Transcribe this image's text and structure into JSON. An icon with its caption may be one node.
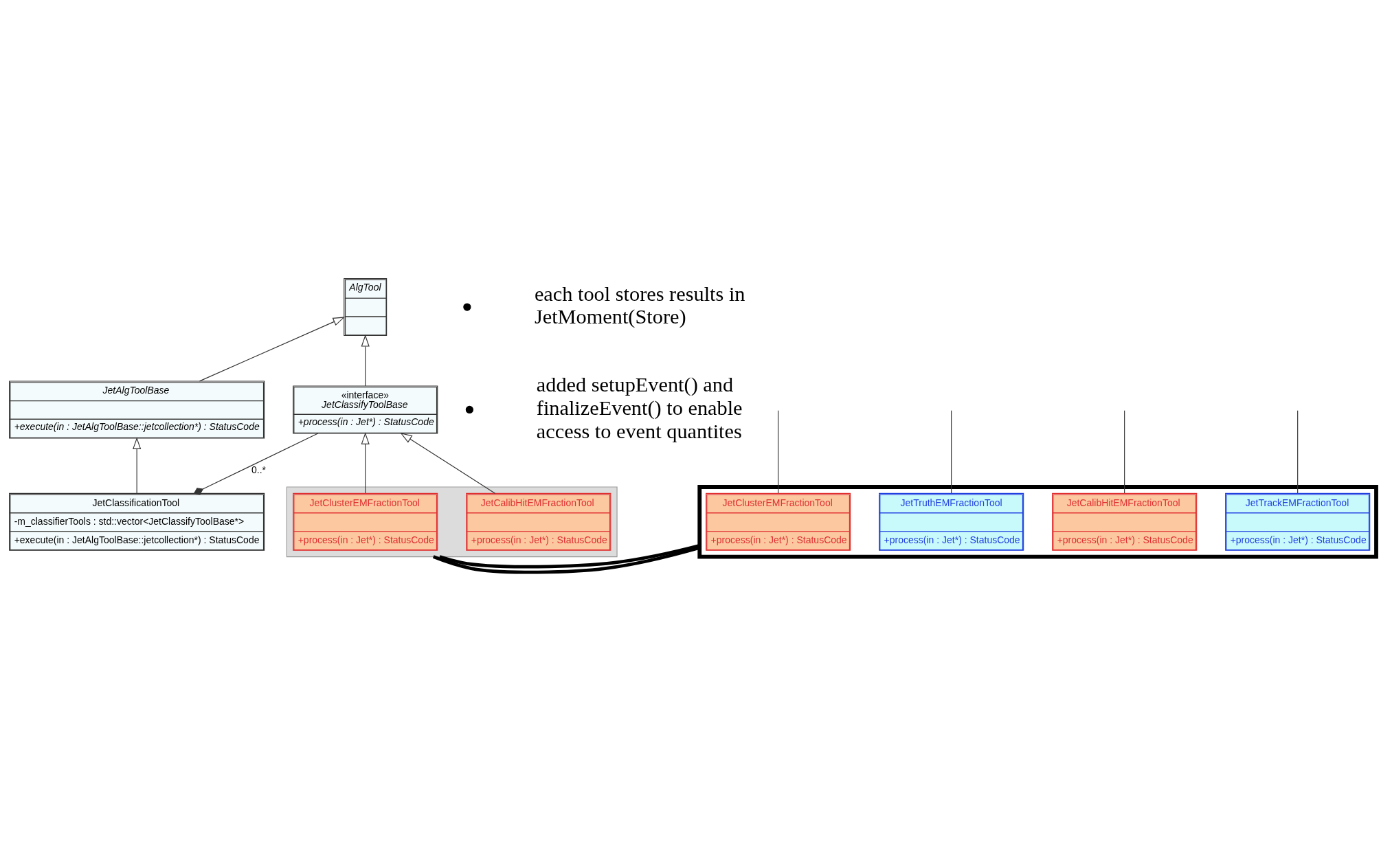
{
  "diagram": {
    "nodes": [
      {
        "text": [
          "AlgTool"
        ]
      },
      {
        "text": [
          "JetAlgToolBase",
          "+execute(in : JetAlgToolBase::jetcollection*) : StatusCode"
        ]
      },
      {
        "text": [
          "JetClassificationTool",
          "-m_classifierTools : std::vector<JetClassifyToolBase*>",
          "+execute(in : JetAlgToolBase::jetcollection*) : StatusCode"
        ]
      },
      {
        "text": [
          "«interface»",
          "JetClassifyToolBase",
          "+process(in : Jet*) : StatusCode"
        ]
      },
      {
        "text": [],
        "shape": "box"
      },
      {
        "text": [
          "JetClusterEMFractionTool",
          "+process(in : Jet*) : StatusCode"
        ],
        "in": 4
      },
      {
        "text": [
          "JetCalibHitEMFractionTool",
          "+process(in : Jet*) : StatusCode"
        ],
        "in": 4
      },
      {
        "text": [],
        "shape": "box"
      },
      {
        "text": [
          "JetClusterEMFractionTool",
          "+process(in : Jet*) : StatusCode"
        ],
        "in": 7
      },
      {
        "text": [
          "JetTruthEMFractionTool",
          "+process(in : Jet*) : StatusCode"
        ],
        "in": 7
      },
      {
        "text": [
          "JetCalibHitEMFractionTool",
          "+process(in : Jet*) : StatusCode"
        ],
        "in": 7
      },
      {
        "text": [
          "JetTrackEMFractionTool",
          "+process(in : Jet*) : StatusCode"
        ],
        "in": 7
      }
    ],
    "edges": [
      {
        "from": 1,
        "to": 0,
        "arrow": "to"
      },
      {
        "from": 3,
        "to": 0,
        "arrow": "to"
      },
      {
        "from": 2,
        "to": 1,
        "arrow": "to"
      },
      {
        "from": 2,
        "to": 3,
        "arrow": "other",
        "label": "0..*"
      },
      {
        "from": 5,
        "to": 3,
        "arrow": "to"
      },
      {
        "from": 6,
        "to": 3,
        "arrow": "to"
      },
      {
        "from": 4,
        "to": 7,
        "arrow": "none",
        "style": "thick"
      },
      {
        "from": 4,
        "to": 7,
        "arrow": "none",
        "style": "thick"
      },
      {
        "from": 8,
        "to": null,
        "arrow": "none"
      },
      {
        "from": 9,
        "to": null,
        "arrow": "none"
      },
      {
        "from": 10,
        "to": null,
        "arrow": "none"
      },
      {
        "from": 11,
        "to": null,
        "arrow": "none"
      }
    ],
    "labels": [
      "each tool stores results in JetMoment(Store)",
      "added setupEvent() and finalizeEvent() to enable access to event quantites"
    ]
  }
}
